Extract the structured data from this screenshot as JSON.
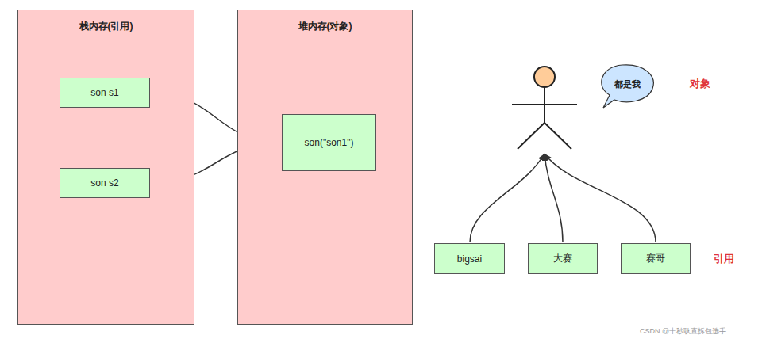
{
  "diagram": {
    "nodes": [
      {
        "text": [
          "栈内存(引用)"
        ]
      },
      {
        "text": [
          "son s1"
        ],
        "in": 0
      },
      {
        "text": [
          "son s2"
        ],
        "in": 0
      },
      {
        "text": [
          "堆内存(对象)"
        ]
      },
      {
        "text": [
          "son(\"son1\")"
        ],
        "in": 3
      },
      {
        "text": [
          "都是我"
        ]
      },
      {
        "text": [
          "bigsai"
        ]
      },
      {
        "text": [
          "大赛"
        ]
      },
      {
        "text": [
          "赛哥"
        ]
      }
    ],
    "edges": [
      {
        "from": 1,
        "to": 4,
        "arrow": "to"
      },
      {
        "from": 2,
        "to": 4,
        "arrow": "to"
      }
    ],
    "labels": [
      "对象",
      "引用",
      "CSDN @十秒耿直拆包选手"
    ]
  }
}
